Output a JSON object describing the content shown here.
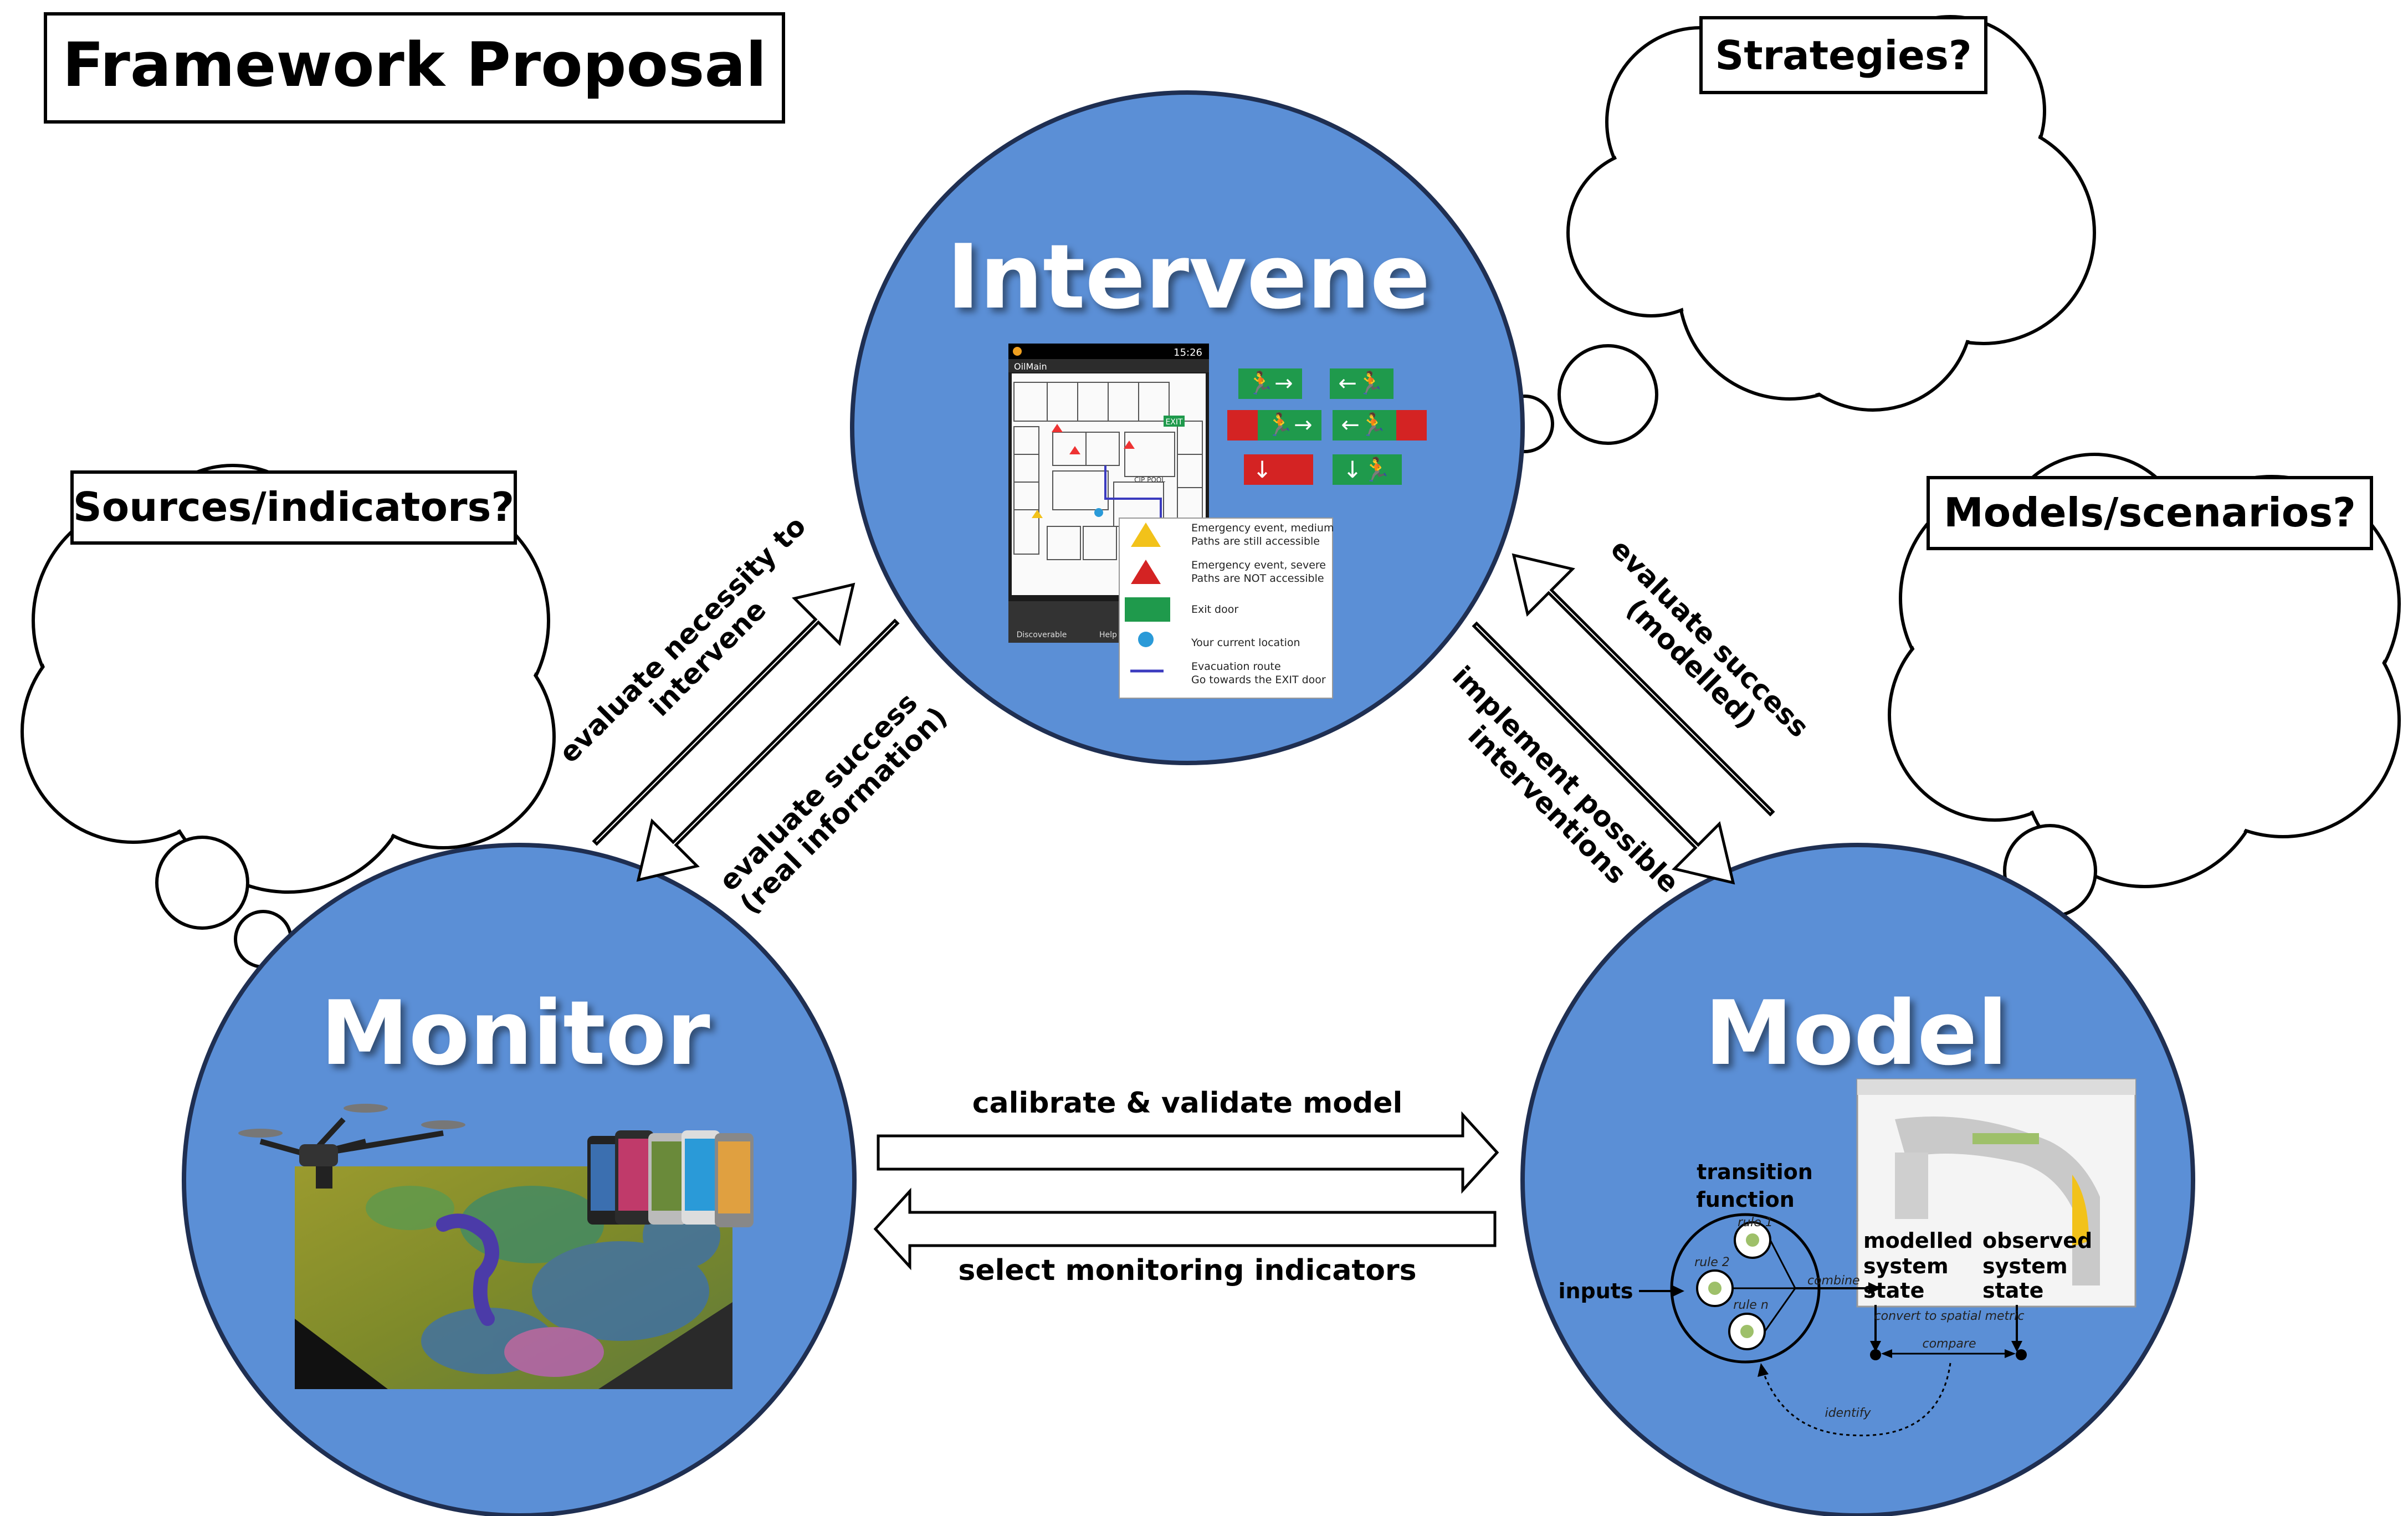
{
  "title": "Framework Proposal",
  "nodes": {
    "intervene": "Intervene",
    "monitor": "Monitor",
    "model": "Model"
  },
  "thought_bubbles": {
    "strategies": "Strategies?",
    "sources": "Sources/indicators?",
    "models": "Models/scenarios?"
  },
  "arrows": {
    "evaluate_necessity": [
      "evaluate necessity to",
      "intervene"
    ],
    "evaluate_success_real": [
      "evaluate success",
      "(real information)"
    ],
    "evaluate_success_modelled": [
      "evaluate success",
      "(modelled)"
    ],
    "implement_interventions": [
      "implement possible",
      "interventions"
    ],
    "calibrate": "calibrate & validate model",
    "select_indicators": "select monitoring indicators"
  },
  "intervene_legend": [
    {
      "icon": "warning-yellow-icon",
      "lines": [
        "Emergency event, medium",
        "Paths are still accessible"
      ]
    },
    {
      "icon": "warning-red-icon",
      "lines": [
        "Emergency event, severe",
        "Paths are NOT accessible"
      ]
    },
    {
      "icon": "exit-sign-icon",
      "lines": [
        "Exit door"
      ]
    },
    {
      "icon": "location-pin-icon",
      "lines": [
        "Your current location"
      ]
    },
    {
      "icon": "route-line-icon",
      "lines": [
        "Evacuation route",
        "Go towards the EXIT door"
      ]
    }
  ],
  "phone_ui": {
    "status_time": "15:26",
    "app_title": "OilMain",
    "exit_label": "EXIT",
    "room_label": "CIP POOL",
    "nav_discoverable": "Discoverable",
    "nav_help": "Help"
  },
  "model_diagram": {
    "transition_function": [
      "transition",
      "function"
    ],
    "inputs": "inputs",
    "rules": [
      "rule 1",
      "rule 2",
      "rule n"
    ],
    "combine": "combine",
    "modelled_state": [
      "modelled",
      "system",
      "state"
    ],
    "observed_state": [
      "observed",
      "system",
      "state"
    ],
    "convert": "convert to spatial metric",
    "compare": "compare",
    "identify": "identify"
  },
  "colors": {
    "circle_fill": "#5b8fd6",
    "circle_stroke": "#1f2f52",
    "exit_green": "#1f9a4c",
    "fire_red": "#d42323"
  }
}
